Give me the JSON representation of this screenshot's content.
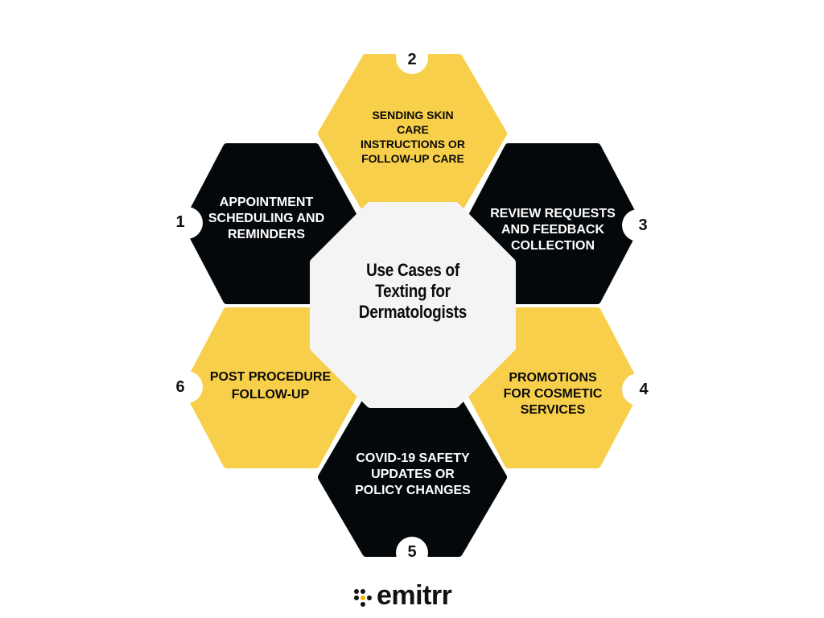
{
  "title": "Use Cases of Texting for Dermatologists",
  "colors": {
    "yellow": "#F7CF4A",
    "black": "#05080B",
    "center": "#F4F4F4",
    "logo_accent": "#F5B800"
  },
  "items": [
    {
      "number": "1",
      "label": "APPOINTMENT SCHEDULING AND REMINDERS",
      "color": "black"
    },
    {
      "number": "2",
      "label": "SENDING SKIN CARE INSTRUCTIONS OR FOLLOW-UP CARE",
      "color": "yellow"
    },
    {
      "number": "3",
      "label": "REVIEW REQUESTS AND FEEDBACK COLLECTION",
      "color": "black"
    },
    {
      "number": "4",
      "label": "PROMOTIONS FOR COSMETIC SERVICES",
      "color": "yellow"
    },
    {
      "number": "5",
      "label": "COVID-19 SAFETY UPDATES OR POLICY CHANGES",
      "color": "black"
    },
    {
      "number": "6",
      "label": "POST PROCEDURE FOLLOW-UP",
      "color": "yellow"
    }
  ],
  "logo": {
    "text": "emitrr"
  }
}
